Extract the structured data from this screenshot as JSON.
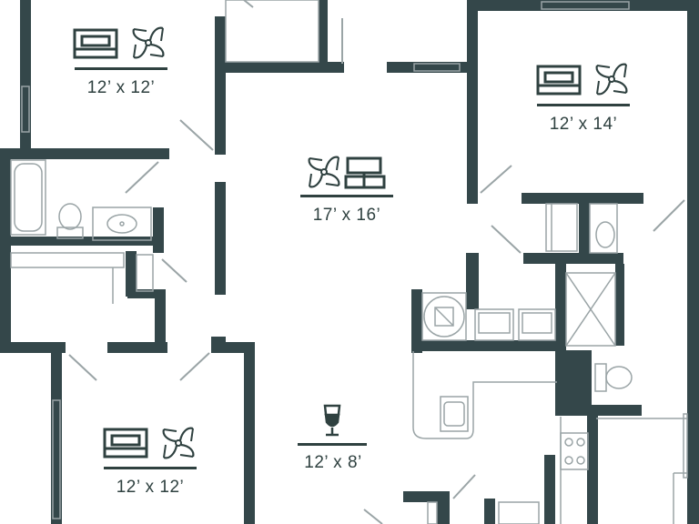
{
  "colors": {
    "wall": "#34474a",
    "fixture": "#9aa4a6",
    "icon": "#2f4140",
    "background": "#ffffff"
  },
  "rooms": [
    {
      "id": "bedroom-top-left",
      "dimension": "12’ x 12’",
      "icons": [
        "bed-icon",
        "ceiling-fan-icon"
      ]
    },
    {
      "id": "living-room",
      "dimension": "17’ x 16’",
      "icons": [
        "ceiling-fan-icon",
        "tv-icon"
      ]
    },
    {
      "id": "bedroom-top-right",
      "dimension": "12’ x 14’",
      "icons": [
        "bed-icon",
        "ceiling-fan-icon"
      ]
    },
    {
      "id": "bedroom-bottom-left",
      "dimension": "12’ x 12’",
      "icons": [
        "bed-icon",
        "ceiling-fan-icon"
      ]
    },
    {
      "id": "dining-area",
      "dimension": "12’ x 8’",
      "icons": [
        "wine-glass-icon"
      ]
    }
  ]
}
